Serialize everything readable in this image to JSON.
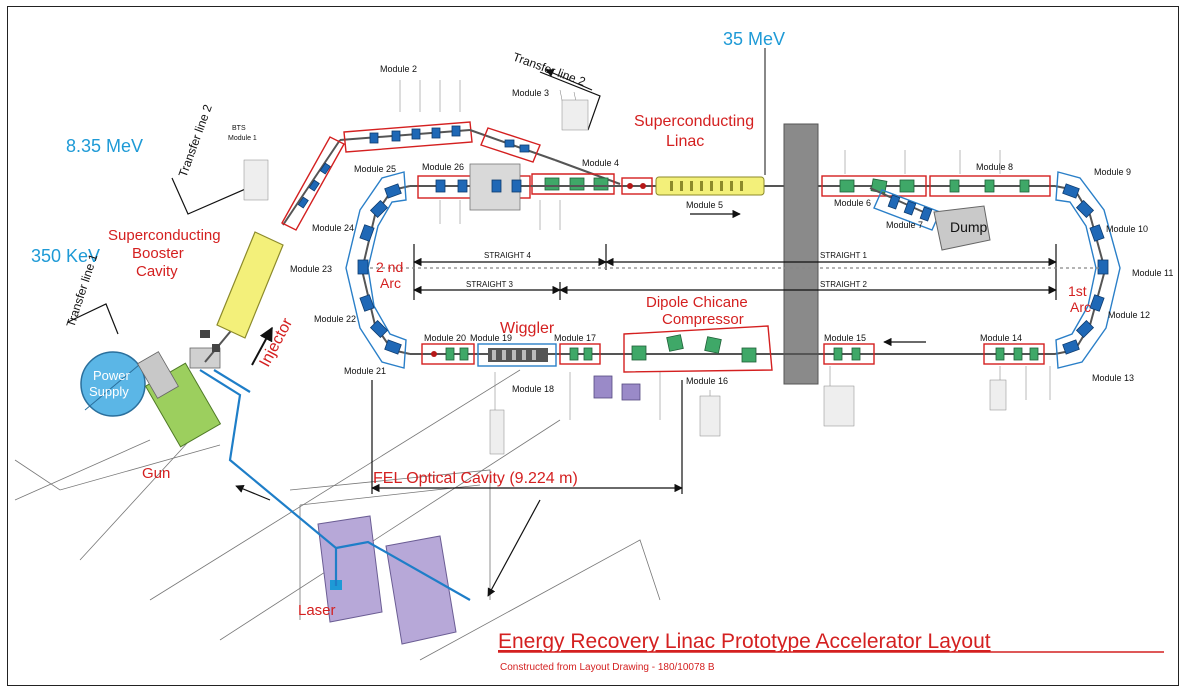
{
  "title": "Energy Recovery Linac Prototype Accelerator Layout",
  "subtitle": "Constructed from Layout Drawing - 180/10078 B",
  "energies": {
    "e35": "35 MeV",
    "e835": "8.35 MeV",
    "e350": "350 KeV"
  },
  "transfer": {
    "tl2_left": "Transfer line 2",
    "tl2_top": "Transfer line 2",
    "tl1": "Transfer line 1"
  },
  "components": {
    "sc_linac_1": "Superconducting",
    "sc_linac_2": "Linac",
    "booster_1": "Superconducting",
    "booster_2": "Booster",
    "booster_3": "Cavity",
    "injector": "Injector",
    "gun": "Gun",
    "power_1": "Power",
    "power_2": "Supply",
    "dump": "Dump",
    "laser": "Laser",
    "wiggler": "Wiggler",
    "chicane_1": "Dipole Chicane",
    "chicane_2": "Compressor",
    "arc2_1": "2 nd",
    "arc2_2": "Arc",
    "arc1_1": "1st",
    "arc1_2": "Arc",
    "fel": "FEL Optical Cavity (9.224 m)",
    "bts_1": "BTS",
    "bts_2": "Module 1"
  },
  "straights": {
    "s1": "STRAIGHT 1",
    "s2": "STRAIGHT 2",
    "s3": "STRAIGHT 3",
    "s4": "STRAIGHT 4"
  },
  "modules": {
    "m2": "Module 2",
    "m3": "Module 3",
    "m4": "Module 4",
    "m5": "Module 5",
    "m6": "Module 6",
    "m7": "Module 7",
    "m8": "Module 8",
    "m9": "Module 9",
    "m10": "Module 10",
    "m11": "Module 11",
    "m12": "Module 12",
    "m13": "Module 13",
    "m14": "Module 14",
    "m15": "Module 15",
    "m16": "Module 16",
    "m17": "Module 17",
    "m18": "Module 18",
    "m19": "Module 19",
    "m20": "Module 20",
    "m21": "Module 21",
    "m22": "Module 22",
    "m23": "Module 23",
    "m24": "Module 24",
    "m25": "Module 25",
    "m26": "Module 26"
  },
  "colors": {
    "accent_red": "#d42020",
    "energy_blue": "#1e9ad6",
    "wall_gray": "#8a8a8a",
    "booster_yellow": "#f3f07a",
    "laser_purple": "#b7a8d8",
    "gun_green": "#9ccf5e"
  }
}
